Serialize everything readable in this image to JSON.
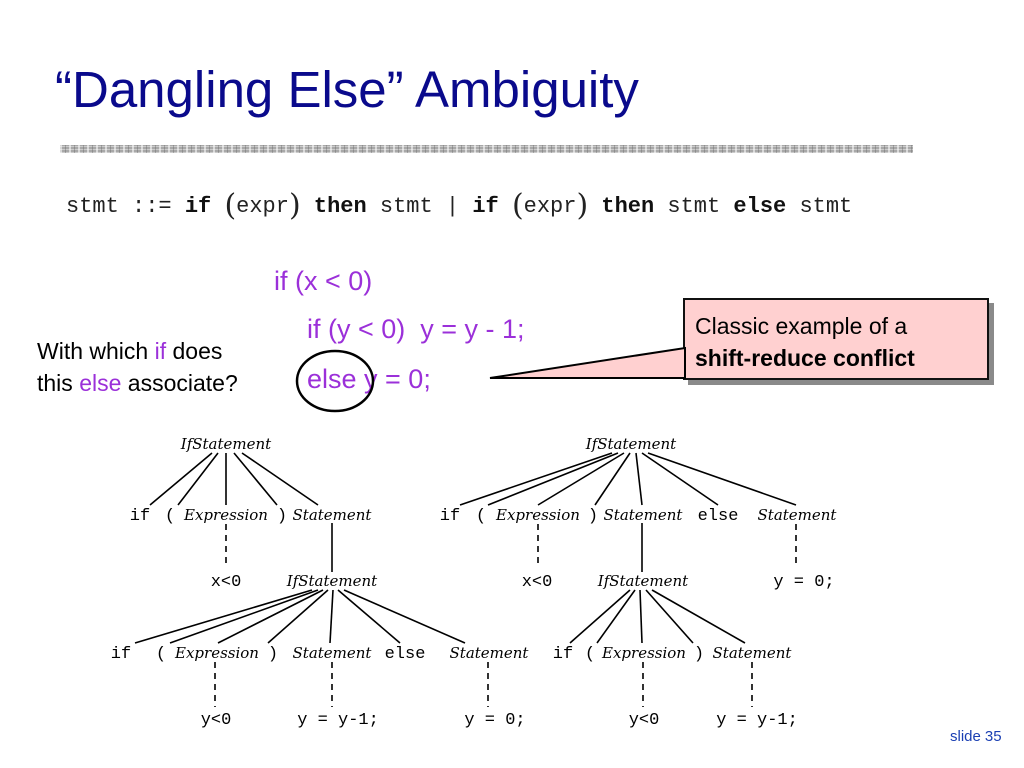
{
  "title": "“Dangling Else” Ambiguity",
  "grammar": {
    "stmt": "stmt",
    "defined_as": "::=",
    "if": "if",
    "open_paren": "(",
    "expr": "expr",
    "close_paren": ")",
    "then": "then",
    "bar": "|",
    "else": "else"
  },
  "code": {
    "line1": "if (x < 0)",
    "line2": "if (y < 0)  y = y - 1;",
    "line3_else": "else",
    "line3_rest": " y = 0;"
  },
  "question": {
    "part1": "With which ",
    "kw_if": "if",
    "part2": " does",
    "part3": "this ",
    "kw_else": "else",
    "part4": " associate?"
  },
  "callout": {
    "line1": "Classic example of a",
    "line2": "shift-reduce conflict"
  },
  "trees": {
    "left": {
      "root": "IfStatement",
      "if": "if",
      "lparen": "(",
      "expression": "Expression",
      "rparen": ")",
      "statement": "Statement",
      "cond_leaf": "x<0",
      "inner_root": "IfStatement",
      "inner_if": "if",
      "inner_lparen": "(",
      "inner_expression": "Expression",
      "inner_rparen": ")",
      "inner_statement": "Statement",
      "inner_else": "else",
      "inner_else_statement": "Statement",
      "inner_cond_leaf": "y<0",
      "inner_then_leaf": "y = y-1;",
      "inner_else_leaf": "y = 0;"
    },
    "right": {
      "root": "IfStatement",
      "if": "if",
      "lparen": "(",
      "expression": "Expression",
      "rparen": ")",
      "statement": "Statement",
      "else": "else",
      "else_statement": "Statement",
      "cond_leaf": "x<0",
      "else_leaf": "y = 0;",
      "inner_root": "IfStatement",
      "inner_if": "if",
      "inner_lparen": "(",
      "inner_expression": "Expression",
      "inner_rparen": ")",
      "inner_statement": "Statement",
      "inner_cond_leaf": "y<0",
      "inner_then_leaf": "y = y-1;"
    }
  },
  "footer": {
    "slide_label": "slide",
    "slide_number": "35"
  },
  "colors": {
    "title": "#0a0a8c",
    "code": "#9b30d9",
    "callout_bg": "#ffd0d0",
    "footer": "#1a3fb3"
  }
}
